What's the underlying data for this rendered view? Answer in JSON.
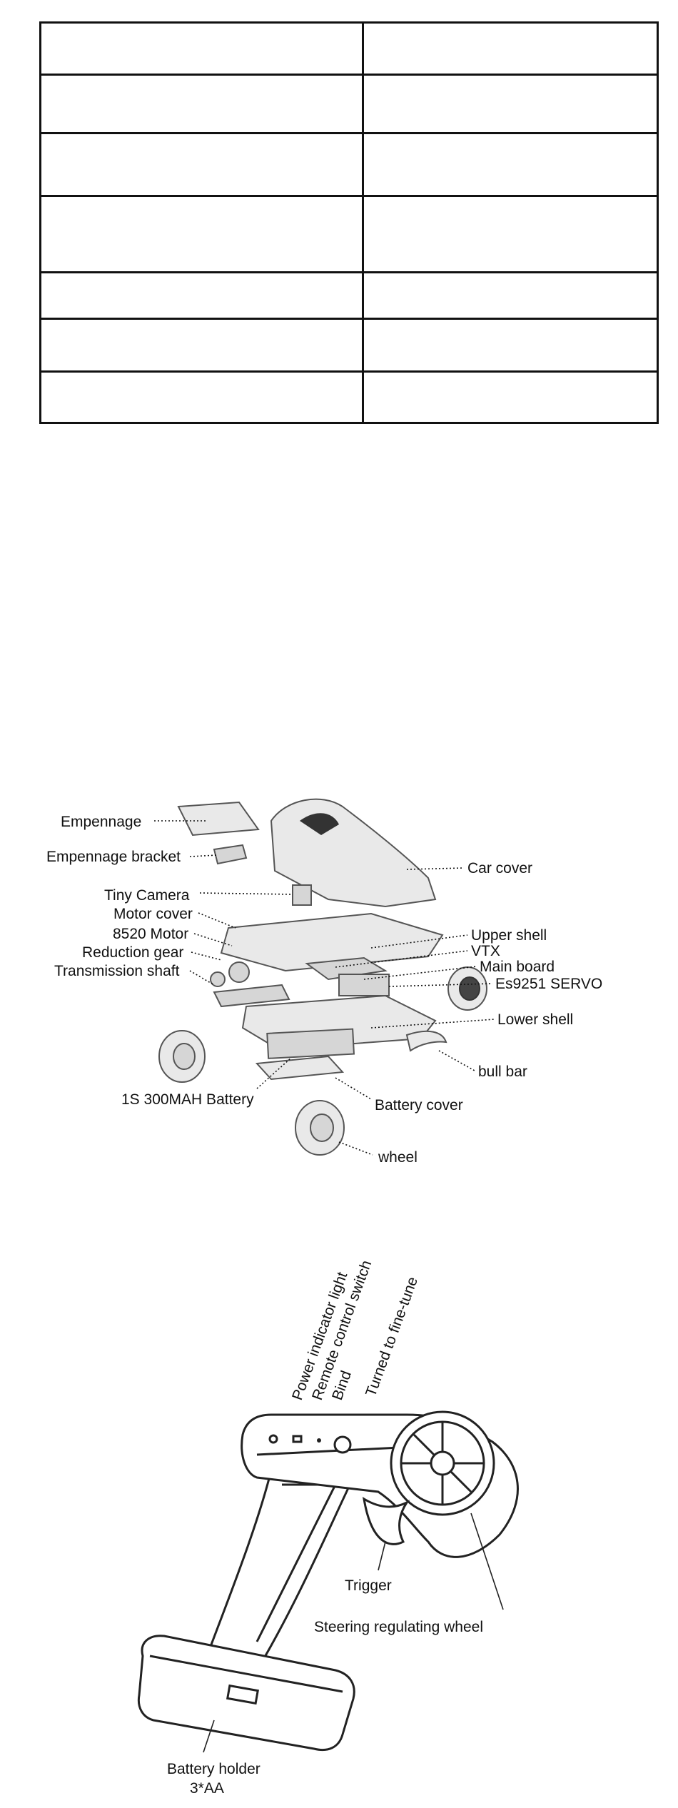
{
  "table": {
    "rows": [
      [
        "",
        ""
      ],
      [
        "",
        ""
      ],
      [
        "",
        ""
      ],
      [
        "",
        ""
      ],
      [
        "",
        ""
      ],
      [
        "",
        ""
      ],
      [
        "",
        ""
      ]
    ]
  },
  "exploded_view": {
    "labels": {
      "empennage": "Empennage",
      "empennage_bracket": "Empennage bracket",
      "tiny_camera": "Tiny Camera",
      "motor_cover": "Motor cover",
      "motor_8520": "8520 Motor",
      "reduction_gear": "Reduction gear",
      "transmission_shaft": "Transmission shaft",
      "car_cover": "Car cover",
      "upper_shell": "Upper shell",
      "vtx": "VTX",
      "main_board": "Main board",
      "servo": "Es9251 SERVO",
      "lower_shell": "Lower shell",
      "bull_bar": "bull bar",
      "battery": "1S 300MAH Battery",
      "battery_cover": "Battery cover",
      "wheel": "wheel"
    }
  },
  "transmitter": {
    "labels": {
      "power_light": "Power indicator light",
      "remote_switch": "Remote control switch",
      "bind": "Bind",
      "fine_tune": "Turned to fine-tune",
      "trigger": "Trigger",
      "steering_wheel": "Steering regulating wheel",
      "battery_holder_1": "Battery holder",
      "battery_holder_2": "3*AA"
    }
  }
}
